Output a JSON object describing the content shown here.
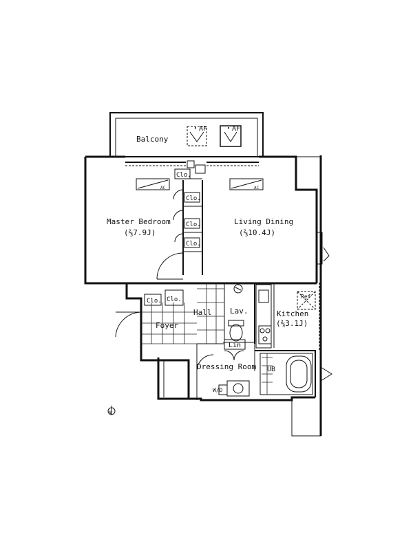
{
  "rooms": {
    "balcony": "Balcony",
    "master_bedroom": "Master Bedroom",
    "master_bedroom_area": "(⅔7.9J)",
    "living_dining": "Living Dining",
    "living_dining_area": "(⅔10.4J)",
    "kitchen": "Kitchen",
    "kitchen_area": "(⅔3.1J)",
    "hall": "Hall",
    "foyer": "Foyer",
    "lav": "Lav.",
    "dressing_room": "Dressing Room",
    "lin": "Lin",
    "ub": "UB",
    "wd": "W/D",
    "ref": "Ref"
  },
  "closets": [
    "Clo.",
    "Clo.",
    "Clo.",
    "Clo.",
    "Clo.",
    "Clo."
  ],
  "symbols": {
    "fan_left": "・AF",
    "fan_right": "・AF",
    "ac_unit": "AC",
    "north": "N"
  }
}
